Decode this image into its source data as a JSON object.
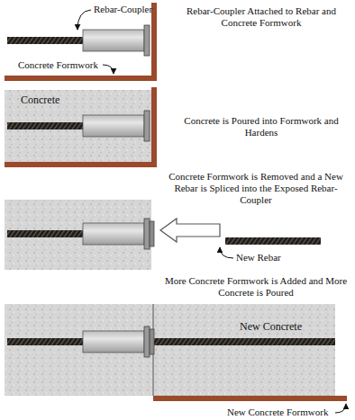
{
  "diagram": {
    "nodes": [
      {
        "text": [
          "Concrete"
        ]
      },
      {
        "text": [
          "New Concrete"
        ]
      }
    ],
    "labels": [
      "Rebar-Coupler",
      "Rebar-Coupler Attached to Rebar and Concrete Formwork",
      "Concrete Formwork",
      "Concrete is Poured into Formwork and Hardens",
      "Concrete Formwork is Removed and a New Rebar is Spliced into the Exposed Rebar-Coupler",
      "New Rebar",
      "More Concrete Formwork is Added and More Concrete is Poured",
      "New Concrete Formwork"
    ]
  }
}
